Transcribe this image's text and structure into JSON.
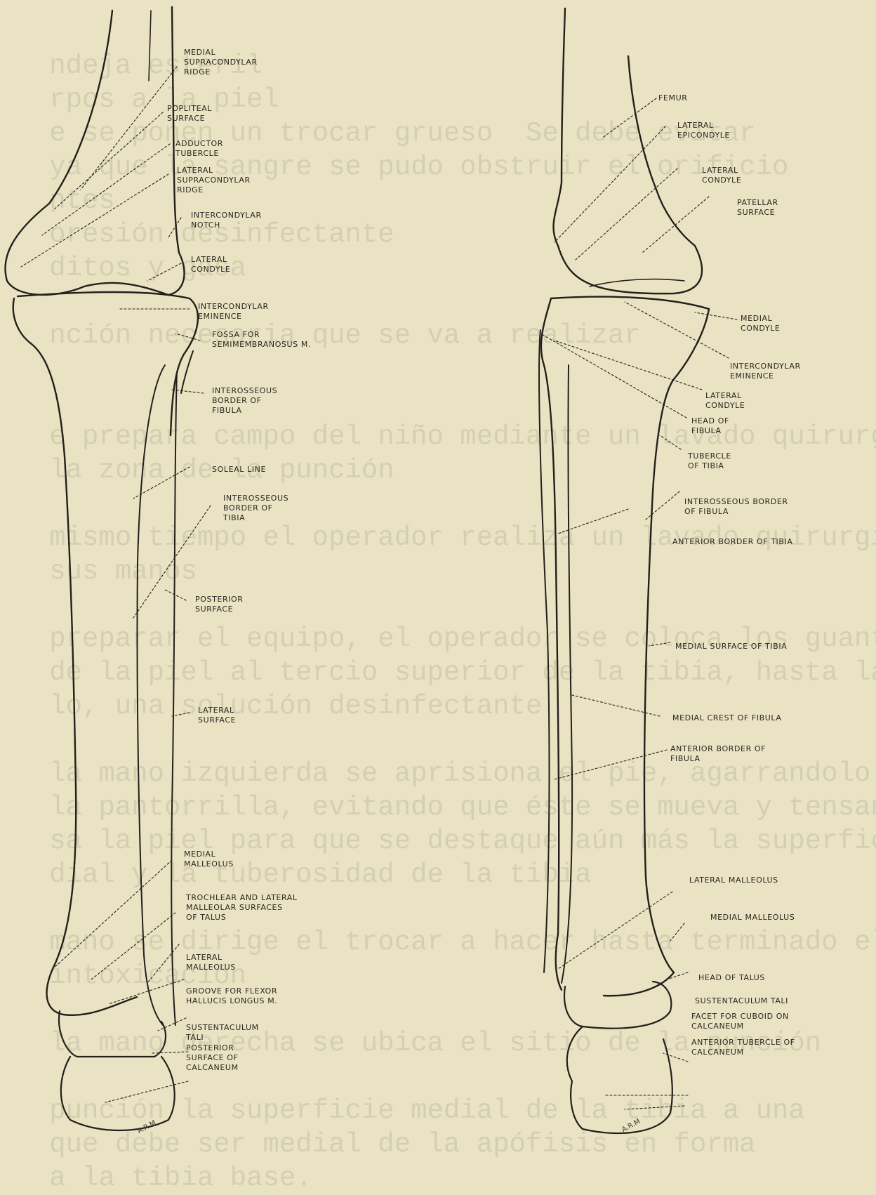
{
  "left_figure": {
    "labels": [
      "MEDIAL\nSUPRACONDYLAR\nRIDGE",
      "POPLITEAL\nSURFACE",
      "ADDUCTOR\nTUBERCLE",
      "LATERAL\nSUPRACONDYLAR\nRIDGE",
      "INTERCONDYLAR\nNOTCH",
      "LATERAL\nCONDYLE",
      "INTERCONDYLAR\nEMINENCE",
      "FOSSA FOR\nSEMIMEMBRANOSUS M.",
      "INTEROSSEOUS\nBORDER OF\nFIBULA",
      "SOLEAL LINE",
      "INTEROSSEOUS\nBORDER OF\nTIBIA",
      "POSTERIOR\nSURFACE",
      "LATERAL\nSURFACE",
      "MEDIAL\nMALLEOLUS",
      "TROCHLEAR AND LATERAL\nMALLEOLAR SURFACES\nOF TALUS",
      "LATERAL\nMALLEOLUS",
      "GROOVE FOR FLEXOR\nHALLUCIS LONGUS M.",
      "SUSTENTACULUM\nTALI",
      "POSTERIOR\nSURFACE OF\nCALCANEUM"
    ],
    "signature": "A.R.M"
  },
  "right_figure": {
    "labels": [
      "FEMUR",
      "LATERAL\nEPICONDYLE",
      "LATERAL\nCONDYLE",
      "PATELLAR\nSURFACE",
      "MEDIAL\nCONDYLE",
      "INTERCONDYLAR\nEMINENCE",
      "LATERAL\nCONDYLE",
      "HEAD OF\nFIBULA",
      "TUBERCLE\nOF TIBIA",
      "INTEROSSEOUS BORDER\nOF FIBULA",
      "ANTERIOR BORDER OF TIBIA",
      "MEDIAL SURFACE OF TIBIA",
      "MEDIAL CREST OF FIBULA",
      "ANTERIOR BORDER OF\nFIBULA",
      "LATERAL MALLEOLUS",
      "MEDIAL MALLEOLUS",
      "HEAD OF TALUS",
      "SUSTENTACULUM TALI",
      "FACET FOR CUBOID ON\nCALCANEUM",
      "ANTERIOR TUBERCLE OF\nCALCANEUM"
    ],
    "signature": "A.R.M"
  }
}
